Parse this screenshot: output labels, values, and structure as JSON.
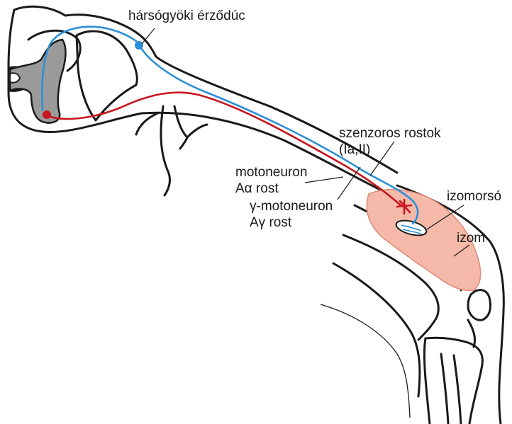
{
  "labels": {
    "ganglion": "hársógyöki érződúc",
    "sensory_fibers": [
      "szenzoros rostok",
      "(Ia,II)"
    ],
    "alpha_motoneuron": [
      "motoneuron",
      "Aα rost"
    ],
    "gamma_motoneuron": [
      "γ-motoneuron",
      "Aγ rost"
    ],
    "muscle_spindle": "izomorsó",
    "muscle": "izom"
  },
  "colors": {
    "sensory_fiber": "#2b8fd8",
    "motor_fiber": "#c8161d",
    "grey_matter": "#9a9a9a",
    "muscle_fill": "#f4b9a8",
    "outline": "#1a1a1a"
  }
}
